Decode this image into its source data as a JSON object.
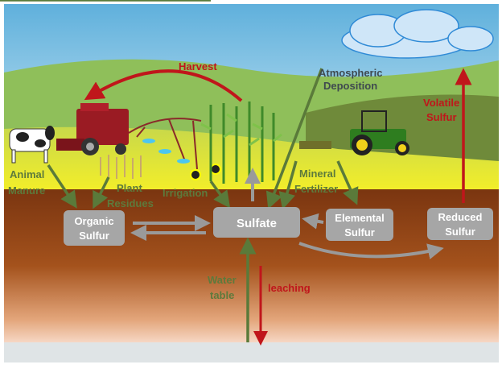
{
  "labels": {
    "harvest": "Harvest",
    "atmospheric_deposition": [
      "Atmospheric",
      "Deposition"
    ],
    "volatile_sulfur": [
      "Volatile",
      "Sulfur"
    ],
    "animal_manure": [
      "Animal",
      "Manure"
    ],
    "plant_residues": [
      "Plant",
      "Residues"
    ],
    "irrigation": "Irrigation",
    "mineral_fertilizer": [
      "Mineral",
      "Fertilizer"
    ],
    "water_table": [
      "Water",
      "table"
    ],
    "leaching": "leaching"
  },
  "boxes": {
    "organic_sulfur": [
      "Organic",
      "Sulfur"
    ],
    "sulfate": "Sulfate",
    "elemental_sulfur": [
      "Elemental",
      "Sulfur"
    ],
    "reduced_sulfur": [
      "Reduced",
      "Sulfur"
    ]
  },
  "colors": {
    "green_arrow": "#5a7a3a",
    "red_arrow": "#c0161b",
    "gray_arrow": "#9a9a9a",
    "box_fill": "#a6a6a6",
    "label_green": "#5d7a3c",
    "label_red": "#c0161b",
    "label_gray": "#3f4a4f"
  }
}
